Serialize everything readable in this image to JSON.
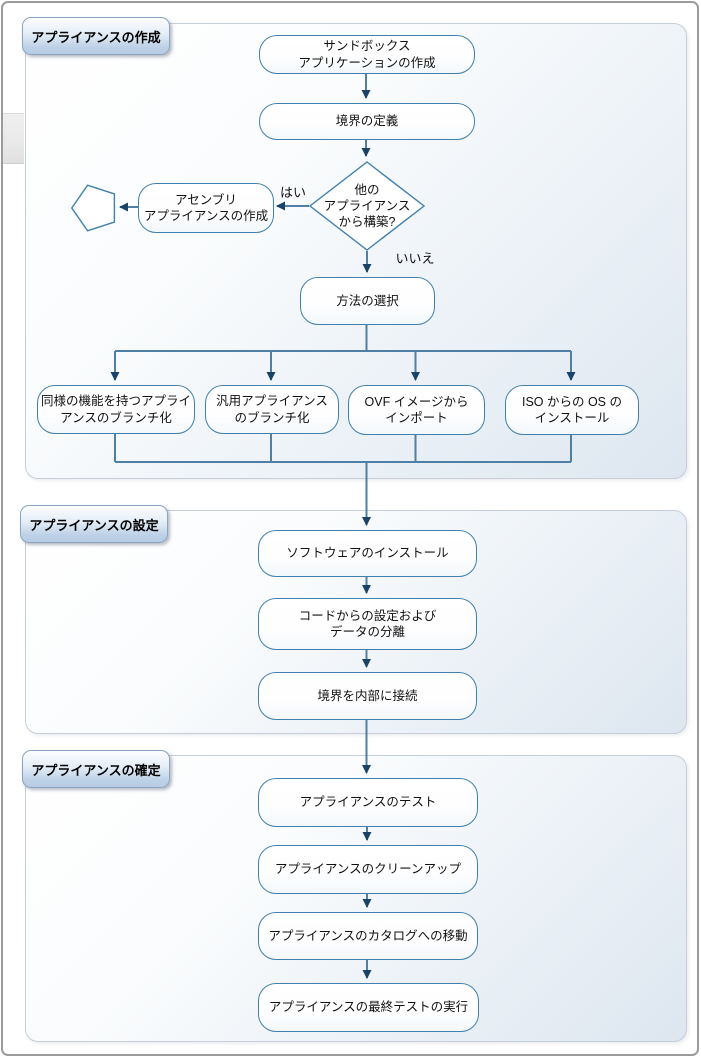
{
  "sections": [
    {
      "label": "アプライアンスの作成"
    },
    {
      "label": "アプライアンスの設定"
    },
    {
      "label": "アプライアンスの確定"
    }
  ],
  "nodes": {
    "sandbox": "サンドボックス\nアプリケーションの作成",
    "boundary_define": "境界の定義",
    "decision_build_from_other": "他の\nアプライアンス\nから構築?",
    "assembly_create": "アセンブリ\nアプライアンスの作成",
    "method_select": "方法の選択",
    "branch_similar": "同様の機能を持つアプライ\nアンスのブランチ化",
    "branch_generic": "汎用アプライアンス\nのブランチ化",
    "import_ovf": "OVF イメージから\nインポート",
    "install_os_iso": "ISO からの OS の\nインストール",
    "install_software": "ソフトウェアのインストール",
    "separate_config": "コードからの設定および\nデータの分離",
    "connect_boundary": "境界を内部に接続",
    "test_appliance": "アプライアンスのテスト",
    "cleanup_appliance": "アプライアンスのクリーンアップ",
    "move_to_catalog": "アプライアンスのカタログへの移動",
    "final_test": "アプライアンスの最終テストの実行"
  },
  "edge_labels": {
    "yes": "はい",
    "no": "いいえ"
  },
  "colors": {
    "node_border": "#4180ac",
    "connector_line": "#507fa5",
    "arrowhead": "#1a436a",
    "panel_border": "#c6ceda",
    "panel_fill_end": "#dde6f0",
    "label_fill_bottom": "#b7cce4",
    "label_border": "#8aa4c3",
    "outer_border": "#9b9b9b",
    "side_tab_fill": "#e9e9e9"
  }
}
